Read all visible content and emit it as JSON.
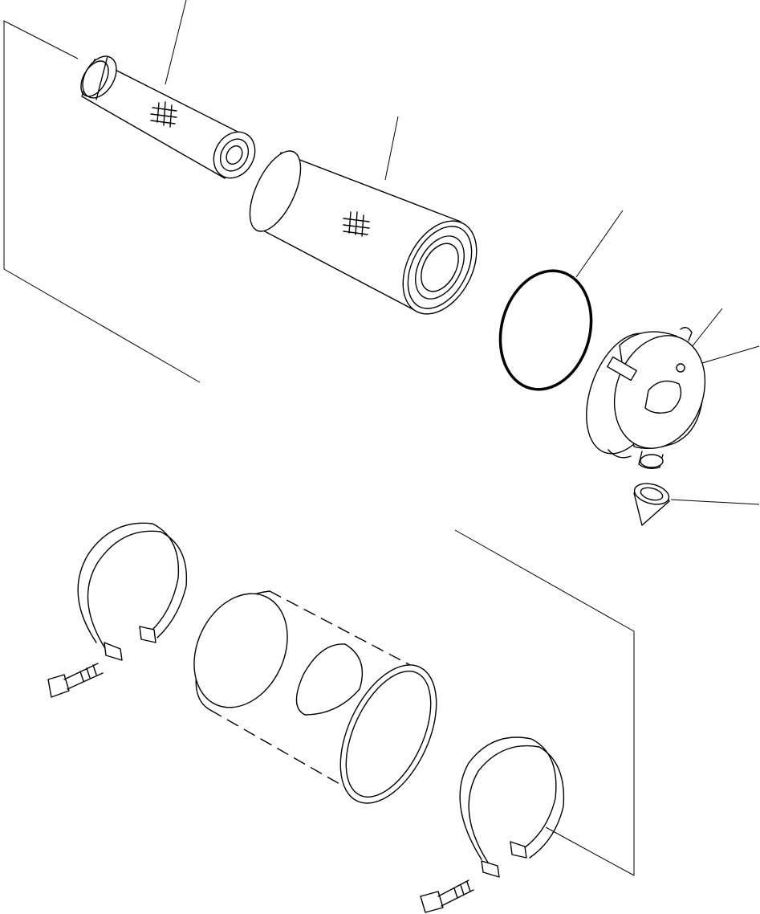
{
  "diagram": {
    "kind": "exploded-parts-illustration",
    "parts": [
      {
        "id": "inner-safety-element",
        "icon": "cylindrical-filter-icon"
      },
      {
        "id": "outer-primary-element",
        "icon": "cylindrical-filter-icon"
      },
      {
        "id": "o-ring-seal",
        "icon": "ring-icon"
      },
      {
        "id": "end-cover",
        "icon": "cover-icon"
      },
      {
        "id": "evacuator-valve",
        "icon": "valve-icon"
      },
      {
        "id": "mounting-band-upper",
        "icon": "band-clamp-icon"
      },
      {
        "id": "mounting-band-lower",
        "icon": "band-clamp-icon"
      },
      {
        "id": "housing-body",
        "icon": "housing-icon"
      },
      {
        "id": "bolt-upper",
        "icon": "bolt-icon"
      },
      {
        "id": "bolt-lower",
        "icon": "bolt-icon"
      }
    ],
    "colors": {
      "stroke": "#000000",
      "background": "#ffffff"
    }
  }
}
